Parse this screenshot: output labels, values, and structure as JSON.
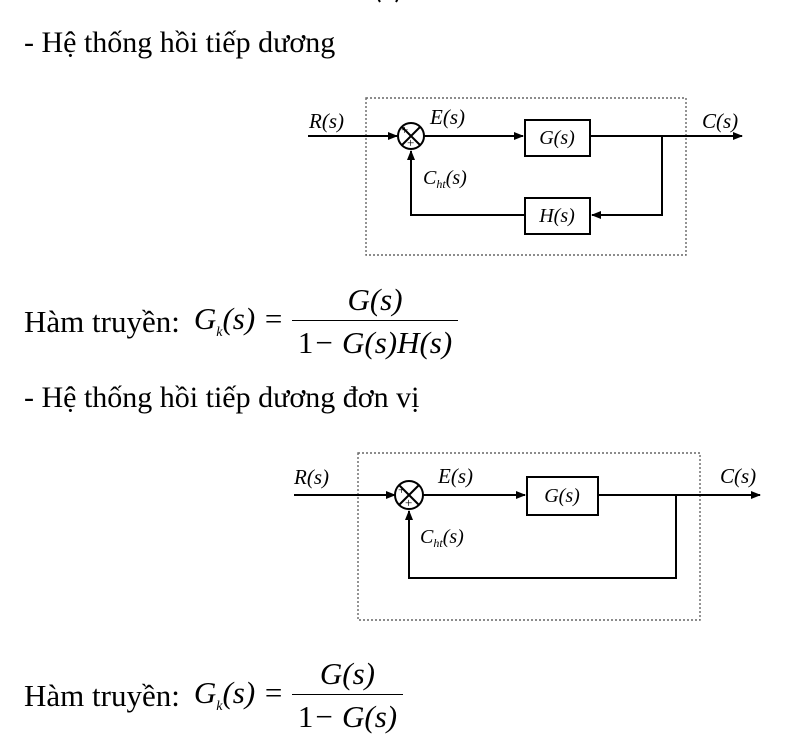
{
  "sections": [
    {
      "heading": "- Hệ thống hồi tiếp dương",
      "diagram": {
        "input": "R(s)",
        "error": "E(s)",
        "forward_block": "G(s)",
        "feedback_block": "H(s)",
        "feedback_signal": "C",
        "feedback_signal_sub": "ht",
        "feedback_signal_arg": "(s)",
        "output": "C(s)",
        "sum_sign_top": "+",
        "sum_sign_bottom": "+"
      },
      "formula": {
        "label": "Hàm truyền:",
        "lhs_symbol": "G",
        "lhs_sub": "k",
        "lhs_arg": "(s) =",
        "numerator": "G(s)",
        "denominator_const": "1",
        "denominator_rest": "− G(s)H(s)"
      }
    },
    {
      "heading": "- Hệ thống hồi tiếp dương đơn vị",
      "diagram": {
        "input": "R(s)",
        "error": "E(s)",
        "forward_block": "G(s)",
        "feedback_signal": "C",
        "feedback_signal_sub": "ht",
        "feedback_signal_arg": "(s)",
        "output": "C(s)",
        "sum_sign_top": "+",
        "sum_sign_bottom": "+"
      },
      "formula": {
        "label": "Hàm truyền:",
        "lhs_symbol": "G",
        "lhs_sub": "k",
        "lhs_arg": "(s) =",
        "numerator": "G(s)",
        "denominator_const": "1",
        "denominator_rest": "− G(s)"
      }
    }
  ]
}
